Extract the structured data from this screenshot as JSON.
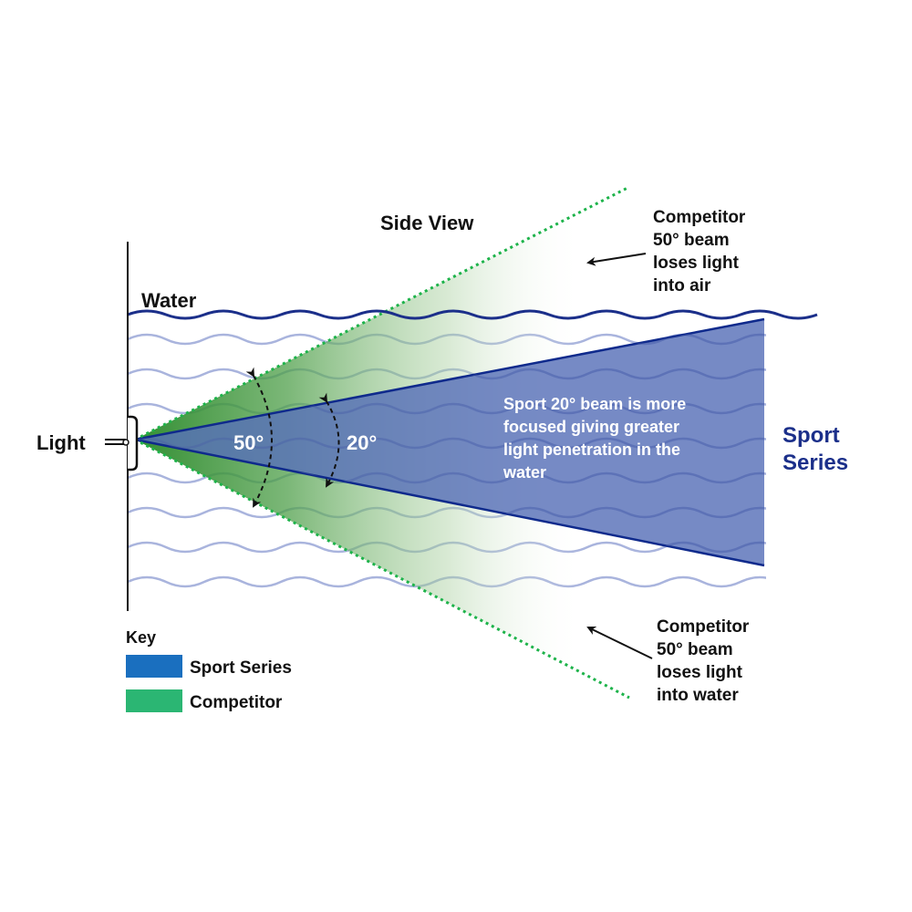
{
  "title": "Side View",
  "labels": {
    "water": "Water",
    "light": "Light",
    "competitor_angle": "50°",
    "sport_angle": "20°",
    "sport_series_side": [
      "Sport",
      "Series"
    ]
  },
  "annotations": {
    "sport_beam": [
      "Sport 20° beam is more",
      "focused giving greater",
      "light penetration in the",
      "water"
    ],
    "competitor_air": [
      "Competitor",
      "50° beam",
      "loses light",
      "into air"
    ],
    "competitor_water": [
      "Competitor",
      "50° beam",
      "loses light",
      "into water"
    ]
  },
  "beams": {
    "sport": {
      "name": "Sport Series",
      "angle_deg": 20
    },
    "competitor": {
      "name": "Competitor",
      "angle_deg": 50
    }
  },
  "key": {
    "title": "Key",
    "items": [
      {
        "label": "Sport Series",
        "color": "#1a6fbf"
      },
      {
        "label": "Competitor",
        "color": "#2bb673"
      }
    ]
  },
  "colors": {
    "sport_fill": "#5870b8",
    "sport_edge": "#0f2a8c",
    "competitor_green": "#2e8b2e",
    "competitor_dots": "#1db34a",
    "water_surface": "#1b2f8a",
    "waves": "#a9b4dd",
    "text_dark": "#111111"
  }
}
